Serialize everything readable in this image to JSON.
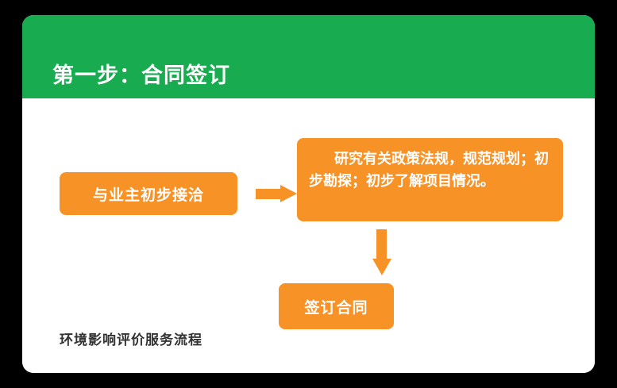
{
  "slide": {
    "header": {
      "title": "第一步：合同签订",
      "background_color": "#18ab4f",
      "text_color": "#ffffff"
    },
    "footer_label": "环境影响评价服务流程",
    "background_color": "#ffffff"
  },
  "diagram": {
    "type": "flowchart",
    "accent_color": "#f79226",
    "nodes": [
      {
        "id": "contact",
        "label": "与业主初步接洽",
        "shape": "rounded-rect"
      },
      {
        "id": "research",
        "label": "研究有关政策法规，规范规划；初步勘探；初步了解项目情况。",
        "shape": "rounded-rect"
      },
      {
        "id": "sign",
        "label": "签订合同",
        "shape": "rounded-rect"
      }
    ],
    "connectors": [
      {
        "id": "contact-to-research",
        "direction": "right",
        "icon": "arrow-right-icon"
      },
      {
        "id": "research-to-sign",
        "direction": "down",
        "icon": "arrow-down-icon"
      }
    ]
  }
}
